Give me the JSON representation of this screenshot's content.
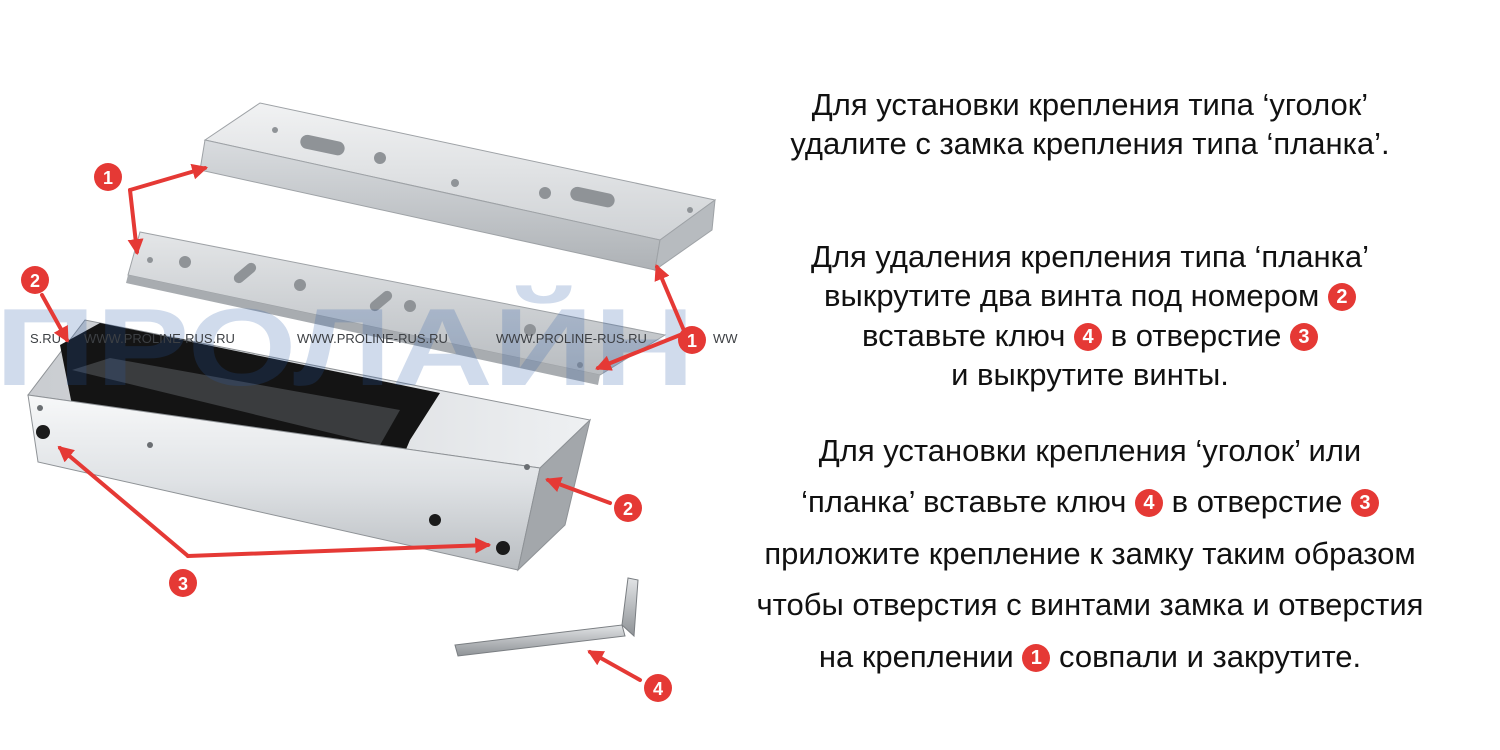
{
  "watermark": {
    "brand": "ПРОЛАЙН",
    "url_left": "S.RU",
    "url_1": "WWW.PROLINE-RUS.RU",
    "url_2": "WWW.PROLINE-RUS.RU",
    "url_3": "WWW.PROLINE-RUS.RU",
    "url_tail": "WW"
  },
  "callouts": {
    "c1_top": "1",
    "c1_right": "1",
    "c2_left": "2",
    "c2_right": "2",
    "c3": "3",
    "c4": "4"
  },
  "colors": {
    "marker": "#e53935",
    "arrow": "#e53935",
    "text": "#111111"
  },
  "instructions": {
    "p1": {
      "line1": "Для установки крепления типа ‘уголок’",
      "line2": "удалите с замка крепления типа ‘планка’."
    },
    "p2": {
      "line1": "Для удаления крепления типа ‘планка’",
      "line2_text": "выкрутите два винта под номером",
      "line2_marker": "2",
      "line3_a": "вставьте ключ",
      "line3_marker_a": "4",
      "line3_b": "в отверстие",
      "line3_marker_b": "3",
      "line4": "и выкрутите винты."
    },
    "p3": {
      "line1": "Для установки крепления ‘уголок’ или",
      "line2_a": "‘планка’ вставьте ключ",
      "line2_marker_a": "4",
      "line2_b": "в отверстие",
      "line2_marker_b": "3",
      "line3": "приложите крепление к замку таким образом",
      "line4": "чтобы отверстия с винтами замка и отверстия",
      "line5_a": "на креплении",
      "line5_marker": "1",
      "line5_b": "совпали и закрутите."
    }
  }
}
